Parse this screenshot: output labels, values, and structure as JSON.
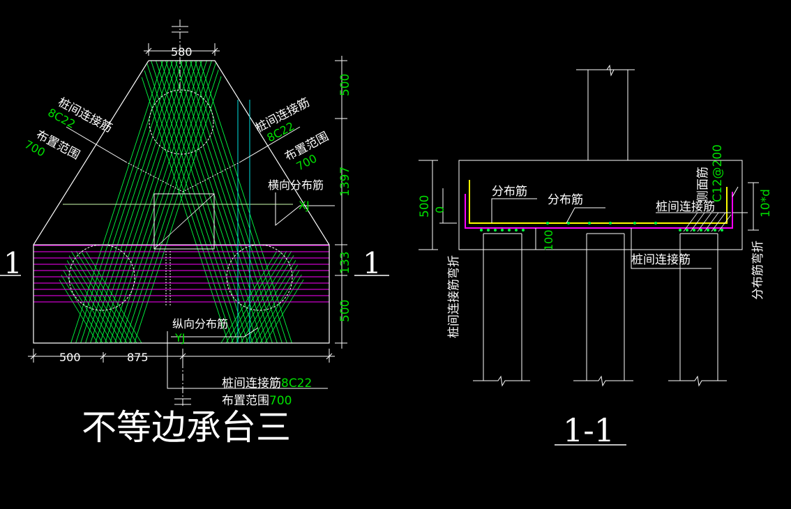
{
  "colors": {
    "background": "#000000",
    "outline": "#ffffff",
    "rebar_green": "#00ff40",
    "dim_green": "#00e000",
    "cyan": "#00e0e0",
    "magenta": "#ff00ff",
    "yellow": "#ffff00"
  },
  "plan": {
    "title": "不等边承台三",
    "section_mark_left": "1",
    "section_mark_right": "1",
    "dims": {
      "top_width": "580",
      "bottom_left": "500",
      "bottom_mid": "875",
      "right_1": "500",
      "right_2": "1397",
      "right_3": "133",
      "right_4": "500"
    },
    "labels": {
      "left_rebar_name": "桩间连接筋",
      "left_rebar_spec": "8C22",
      "left_range_name": "布置范围",
      "left_range_value": "700",
      "right_rebar_name": "桩间连接筋",
      "right_rebar_spec": "8C22",
      "right_range_name": "布置范围",
      "right_range_value": "700",
      "transverse": "横向分布筋",
      "transverse_code": "XJ",
      "longitudinal": "纵向分布筋",
      "longitudinal_code": "YJ",
      "bottom_rebar_name": "桩间连接筋",
      "bottom_rebar_spec": "8C22",
      "bottom_range_name": "布置范围",
      "bottom_range_value": "700"
    }
  },
  "section": {
    "title": "1-1",
    "dims": {
      "height": "500",
      "zero": "0",
      "cover": "100",
      "side_spec": "C12@200",
      "bend": "10*d"
    },
    "labels": {
      "dist1": "分布筋",
      "dist2": "分布筋",
      "pile_link_top": "桩间连接筋",
      "pile_link_bottom": "桩间连接筋",
      "side_rebar": "侧面筋",
      "pile_link_bent": "桩间连接筋弯折",
      "dist_bent": "分布筋弯折"
    }
  }
}
